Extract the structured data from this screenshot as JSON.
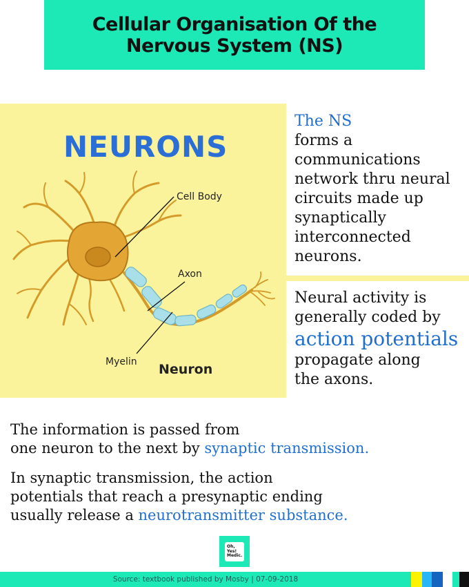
{
  "header": {
    "title_line1": "Cellular Organisation Of the",
    "title_line2": "Nervous System (NS)"
  },
  "illustration": {
    "heading": "NEURONS",
    "label_cell_body": "Cell Body",
    "label_axon": "Axon",
    "label_myelin": "Myelin",
    "label_neuron": "Neuron"
  },
  "paragraph1": {
    "highlight": "The NS",
    "lines": [
      "forms a",
      "communications",
      "network thru neural",
      "circuits made up",
      "synaptically",
      "interconnected",
      "neurons."
    ]
  },
  "paragraph2": {
    "line1": "Neural activity is",
    "line2": "generally coded by",
    "highlight": "action potentials",
    "line3": "propagate along",
    "line4": "the axons."
  },
  "block1": {
    "line1": "The information is passed from",
    "line2": "one neuron to the next by ",
    "highlight": "synaptic transmission."
  },
  "block2": {
    "line1": "In synaptic transmission, the action",
    "line2": "potentials that reach a presynaptic ending",
    "line3": "usually release a ",
    "highlight": "neurotransmitter substance."
  },
  "logo": {
    "line1": "Oh,",
    "line2": "Yes!",
    "line3": "Medic."
  },
  "footer": {
    "source": "Source: textbook published by Mosby | 07-09-2018"
  },
  "colors": {
    "accent_teal": "#1de9b6",
    "panel_yellow": "#fbf39b",
    "highlight_blue": "#1f6fd0",
    "stripe_yellow": "#fff200",
    "stripe_cyan": "#29b6f6",
    "stripe_blue": "#1565c0",
    "stripe_black": "#111111"
  }
}
